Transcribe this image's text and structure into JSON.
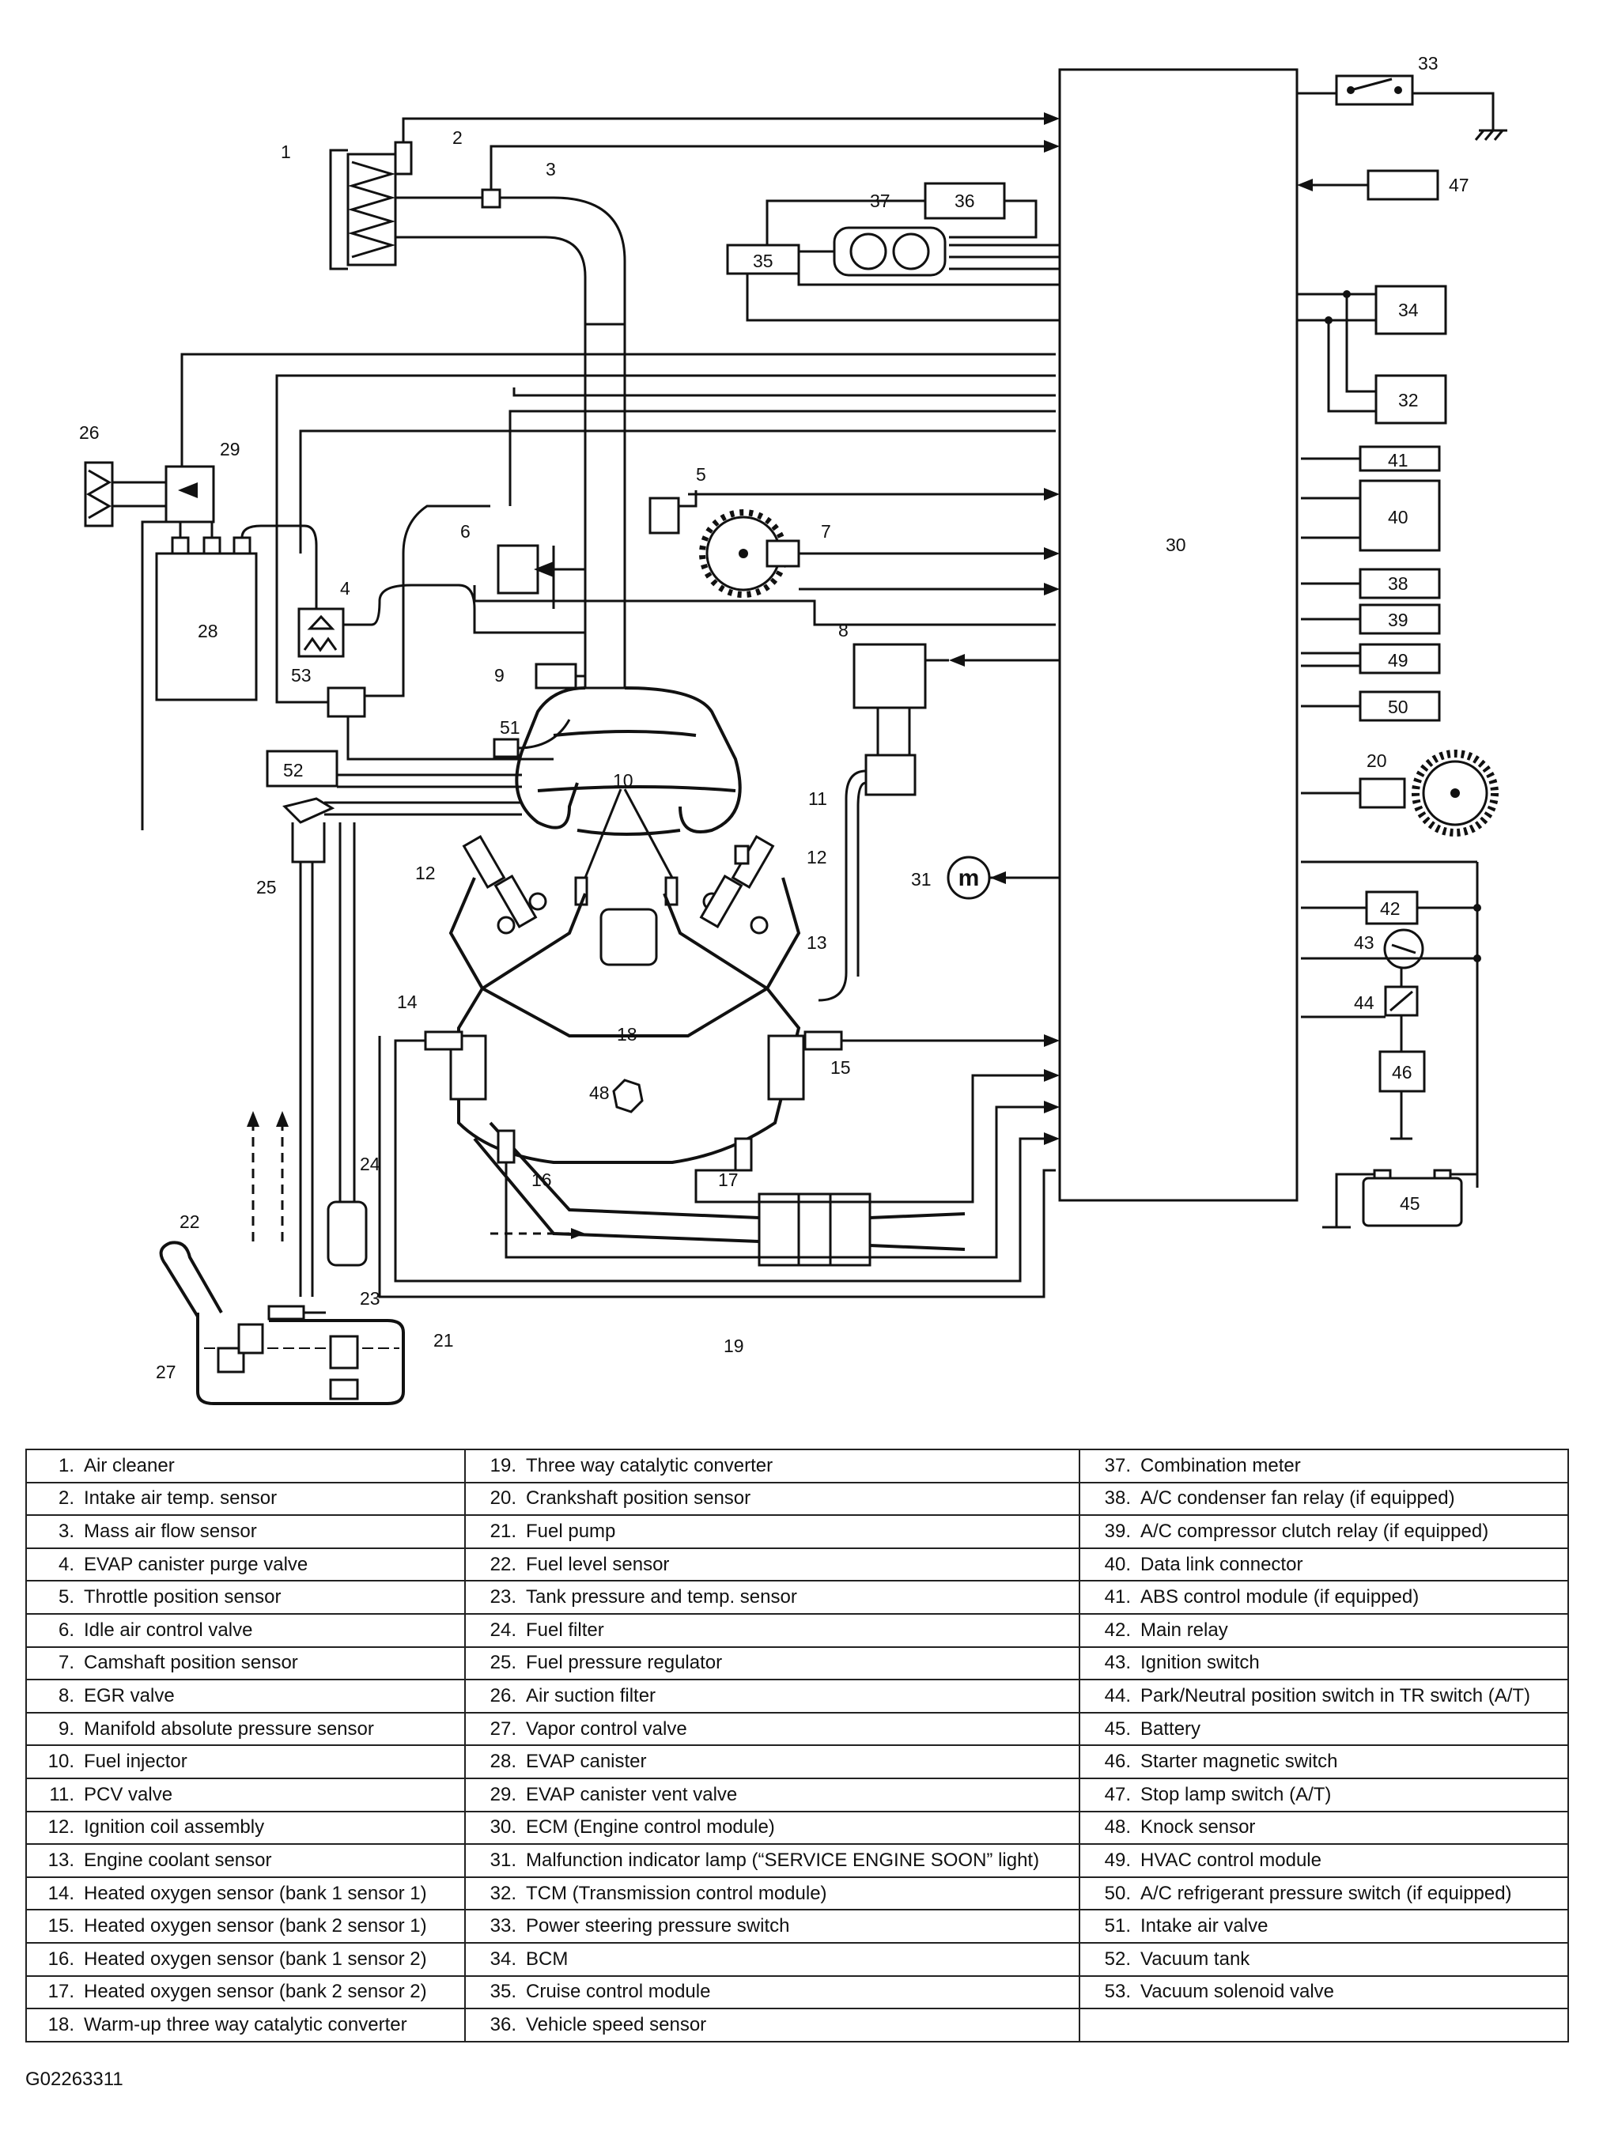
{
  "figure_code": "G02263311",
  "callouts": [
    "1",
    "2",
    "3",
    "4",
    "5",
    "6",
    "7",
    "8",
    "9",
    "10",
    "11",
    "12",
    "12",
    "13",
    "14",
    "15",
    "16",
    "17",
    "18",
    "19",
    "20",
    "21",
    "22",
    "23",
    "24",
    "25",
    "26",
    "27",
    "28",
    "29",
    "30",
    "31",
    "32",
    "33",
    "34",
    "35",
    "36",
    "37",
    "38",
    "39",
    "40",
    "41",
    "42",
    "43",
    "44",
    "45",
    "46",
    "47",
    "48",
    "49",
    "50",
    "51",
    "52",
    "53"
  ],
  "legend": {
    "columns": [
      [
        {
          "num": "1.",
          "label": "Air cleaner"
        },
        {
          "num": "2.",
          "label": "Intake air temp. sensor"
        },
        {
          "num": "3.",
          "label": "Mass air flow sensor"
        },
        {
          "num": "4.",
          "label": "EVAP canister purge valve"
        },
        {
          "num": "5.",
          "label": "Throttle position sensor"
        },
        {
          "num": "6.",
          "label": "Idle air control valve"
        },
        {
          "num": "7.",
          "label": "Camshaft position sensor"
        },
        {
          "num": "8.",
          "label": "EGR valve"
        },
        {
          "num": "9.",
          "label": "Manifold absolute pressure sensor"
        },
        {
          "num": "10.",
          "label": "Fuel injector"
        },
        {
          "num": "11.",
          "label": "PCV valve"
        },
        {
          "num": "12.",
          "label": "Ignition coil assembly"
        },
        {
          "num": "13.",
          "label": "Engine coolant sensor"
        },
        {
          "num": "14.",
          "label": "Heated oxygen sensor (bank 1 sensor 1)"
        },
        {
          "num": "15.",
          "label": "Heated oxygen sensor (bank 2 sensor 1)"
        },
        {
          "num": "16.",
          "label": "Heated oxygen sensor (bank 1 sensor 2)"
        },
        {
          "num": "17.",
          "label": "Heated oxygen sensor (bank 2 sensor 2)"
        },
        {
          "num": "18.",
          "label": "Warm-up three way catalytic converter"
        }
      ],
      [
        {
          "num": "19.",
          "label": "Three way catalytic converter"
        },
        {
          "num": "20.",
          "label": "Crankshaft position sensor"
        },
        {
          "num": "21.",
          "label": "Fuel pump"
        },
        {
          "num": "22.",
          "label": "Fuel level sensor"
        },
        {
          "num": "23.",
          "label": "Tank pressure and temp. sensor"
        },
        {
          "num": "24.",
          "label": "Fuel filter"
        },
        {
          "num": "25.",
          "label": "Fuel pressure regulator"
        },
        {
          "num": "26.",
          "label": "Air suction filter"
        },
        {
          "num": "27.",
          "label": "Vapor control valve"
        },
        {
          "num": "28.",
          "label": "EVAP canister"
        },
        {
          "num": "29.",
          "label": "EVAP canister vent valve"
        },
        {
          "num": "30.",
          "label": "ECM (Engine control module)"
        },
        {
          "num": "31.",
          "label": "Malfunction indicator lamp (“SERVICE ENGINE SOON” light)"
        },
        {
          "num": "32.",
          "label": "TCM (Transmission control module)"
        },
        {
          "num": "33.",
          "label": "Power steering pressure switch"
        },
        {
          "num": "34.",
          "label": "BCM"
        },
        {
          "num": "35.",
          "label": "Cruise control module"
        },
        {
          "num": "36.",
          "label": "Vehicle speed sensor"
        }
      ],
      [
        {
          "num": "37.",
          "label": "Combination meter"
        },
        {
          "num": "38.",
          "label": "A/C condenser fan relay (if equipped)"
        },
        {
          "num": "39.",
          "label": "A/C compressor clutch relay (if equipped)"
        },
        {
          "num": "40.",
          "label": "Data link connector"
        },
        {
          "num": "41.",
          "label": "ABS control module (if equipped)"
        },
        {
          "num": "42.",
          "label": "Main relay"
        },
        {
          "num": "43.",
          "label": "Ignition switch"
        },
        {
          "num": "44.",
          "label": "Park/Neutral position switch in TR switch (A/T)"
        },
        {
          "num": "45.",
          "label": "Battery"
        },
        {
          "num": "46.",
          "label": "Starter magnetic switch"
        },
        {
          "num": "47.",
          "label": "Stop lamp switch (A/T)"
        },
        {
          "num": "48.",
          "label": "Knock sensor"
        },
        {
          "num": "49.",
          "label": "HVAC control module"
        },
        {
          "num": "50.",
          "label": "A/C refrigerant pressure switch (if equipped)"
        },
        {
          "num": "51.",
          "label": "Intake air valve"
        },
        {
          "num": "52.",
          "label": "Vacuum tank"
        },
        {
          "num": "53.",
          "label": "Vacuum solenoid valve"
        },
        {
          "num": "",
          "label": ""
        }
      ]
    ]
  }
}
